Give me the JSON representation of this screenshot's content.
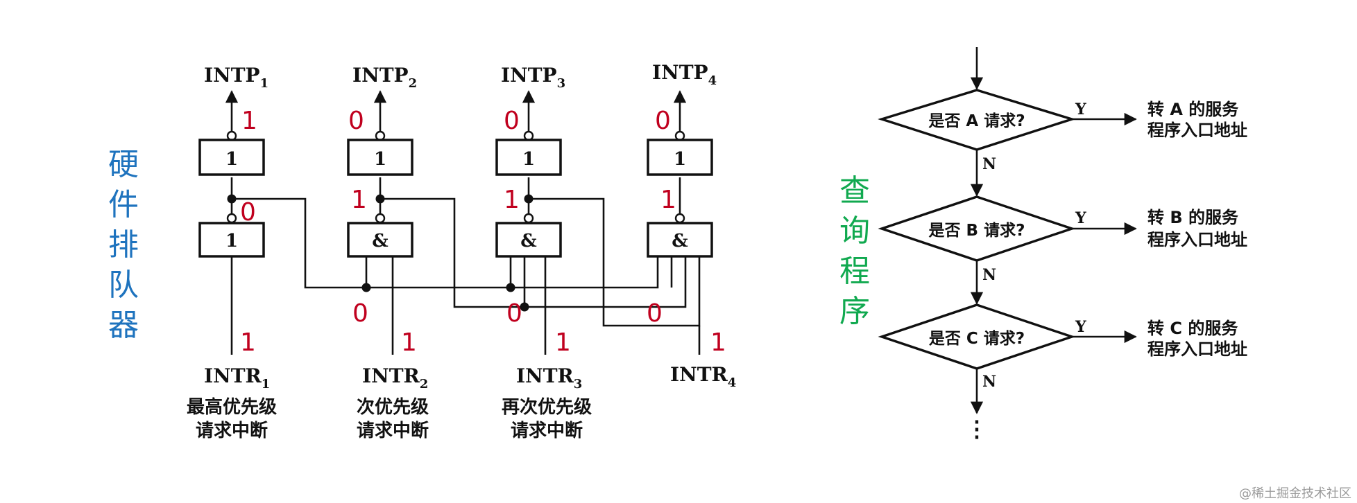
{
  "left_title_chars": [
    "硬",
    "件",
    "排",
    "队",
    "器"
  ],
  "right_title_chars": [
    "查",
    "询",
    "程",
    "序"
  ],
  "colors": {
    "left_title": "#1e73be",
    "right_title": "#10a94f",
    "state": "#c0001e"
  },
  "outputs": [
    {
      "name": "INTP",
      "sub": "1",
      "state": "1"
    },
    {
      "name": "INTP",
      "sub": "2",
      "state": "0"
    },
    {
      "name": "INTP",
      "sub": "3",
      "state": "0"
    },
    {
      "name": "INTP",
      "sub": "4",
      "state": "0"
    }
  ],
  "gates": {
    "upper": [
      "1",
      "1",
      "1",
      "1"
    ],
    "lower": [
      "1",
      "&",
      "&",
      "&"
    ]
  },
  "mid_states": [
    "0",
    "1",
    "1",
    "1"
  ],
  "bus_states": [
    "0",
    "0",
    "0"
  ],
  "inputs": [
    {
      "name": "INTR",
      "sub": "1",
      "state": "1",
      "caption": [
        "最高优先级",
        "请求中断"
      ]
    },
    {
      "name": "INTR",
      "sub": "2",
      "state": "1",
      "caption": [
        "次优先级",
        "请求中断"
      ]
    },
    {
      "name": "INTR",
      "sub": "3",
      "state": "1",
      "caption": [
        "再次优先级",
        "请求中断"
      ]
    },
    {
      "name": "INTR",
      "sub": "4",
      "state": "1",
      "caption": []
    }
  ],
  "flowchart": {
    "steps": [
      {
        "question": "是否 A 请求?",
        "yes": "Y",
        "no": "N",
        "action": [
          "转  A 的服务",
          "程序入口地址"
        ]
      },
      {
        "question": "是否 B 请求?",
        "yes": "Y",
        "no": "N",
        "action": [
          "转  B 的服务",
          "程序入口地址"
        ]
      },
      {
        "question": "是否 C 请求?",
        "yes": "Y",
        "no": "N",
        "action": [
          "转  C 的服务",
          "程序入口地址"
        ]
      }
    ],
    "continuation": "⋮"
  },
  "watermark": "@稀土掘金技术社区"
}
